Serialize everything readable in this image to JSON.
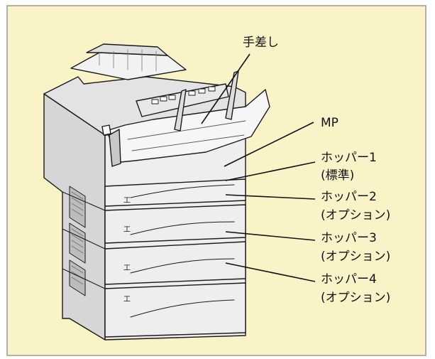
{
  "colors": {
    "panel_background": "#fbf3c8",
    "panel_border": "#9a9a9a",
    "printer_body": "#ececec",
    "printer_shade": "#d2d2d2",
    "outline": "#1a1a1a"
  },
  "diagram": {
    "subject": "printer-with-paper-feeders",
    "callouts": {
      "manual_feed": "手差し",
      "mp": "MP",
      "hopper1_name": "ホッパー1",
      "hopper1_note": "(標準)",
      "hopper2_name": "ホッパー2",
      "hopper2_note": "(オプション)",
      "hopper3_name": "ホッパー3",
      "hopper3_note": "(オプション)",
      "hopper4_name": "ホッパー4",
      "hopper4_note": "(オプション)"
    }
  }
}
